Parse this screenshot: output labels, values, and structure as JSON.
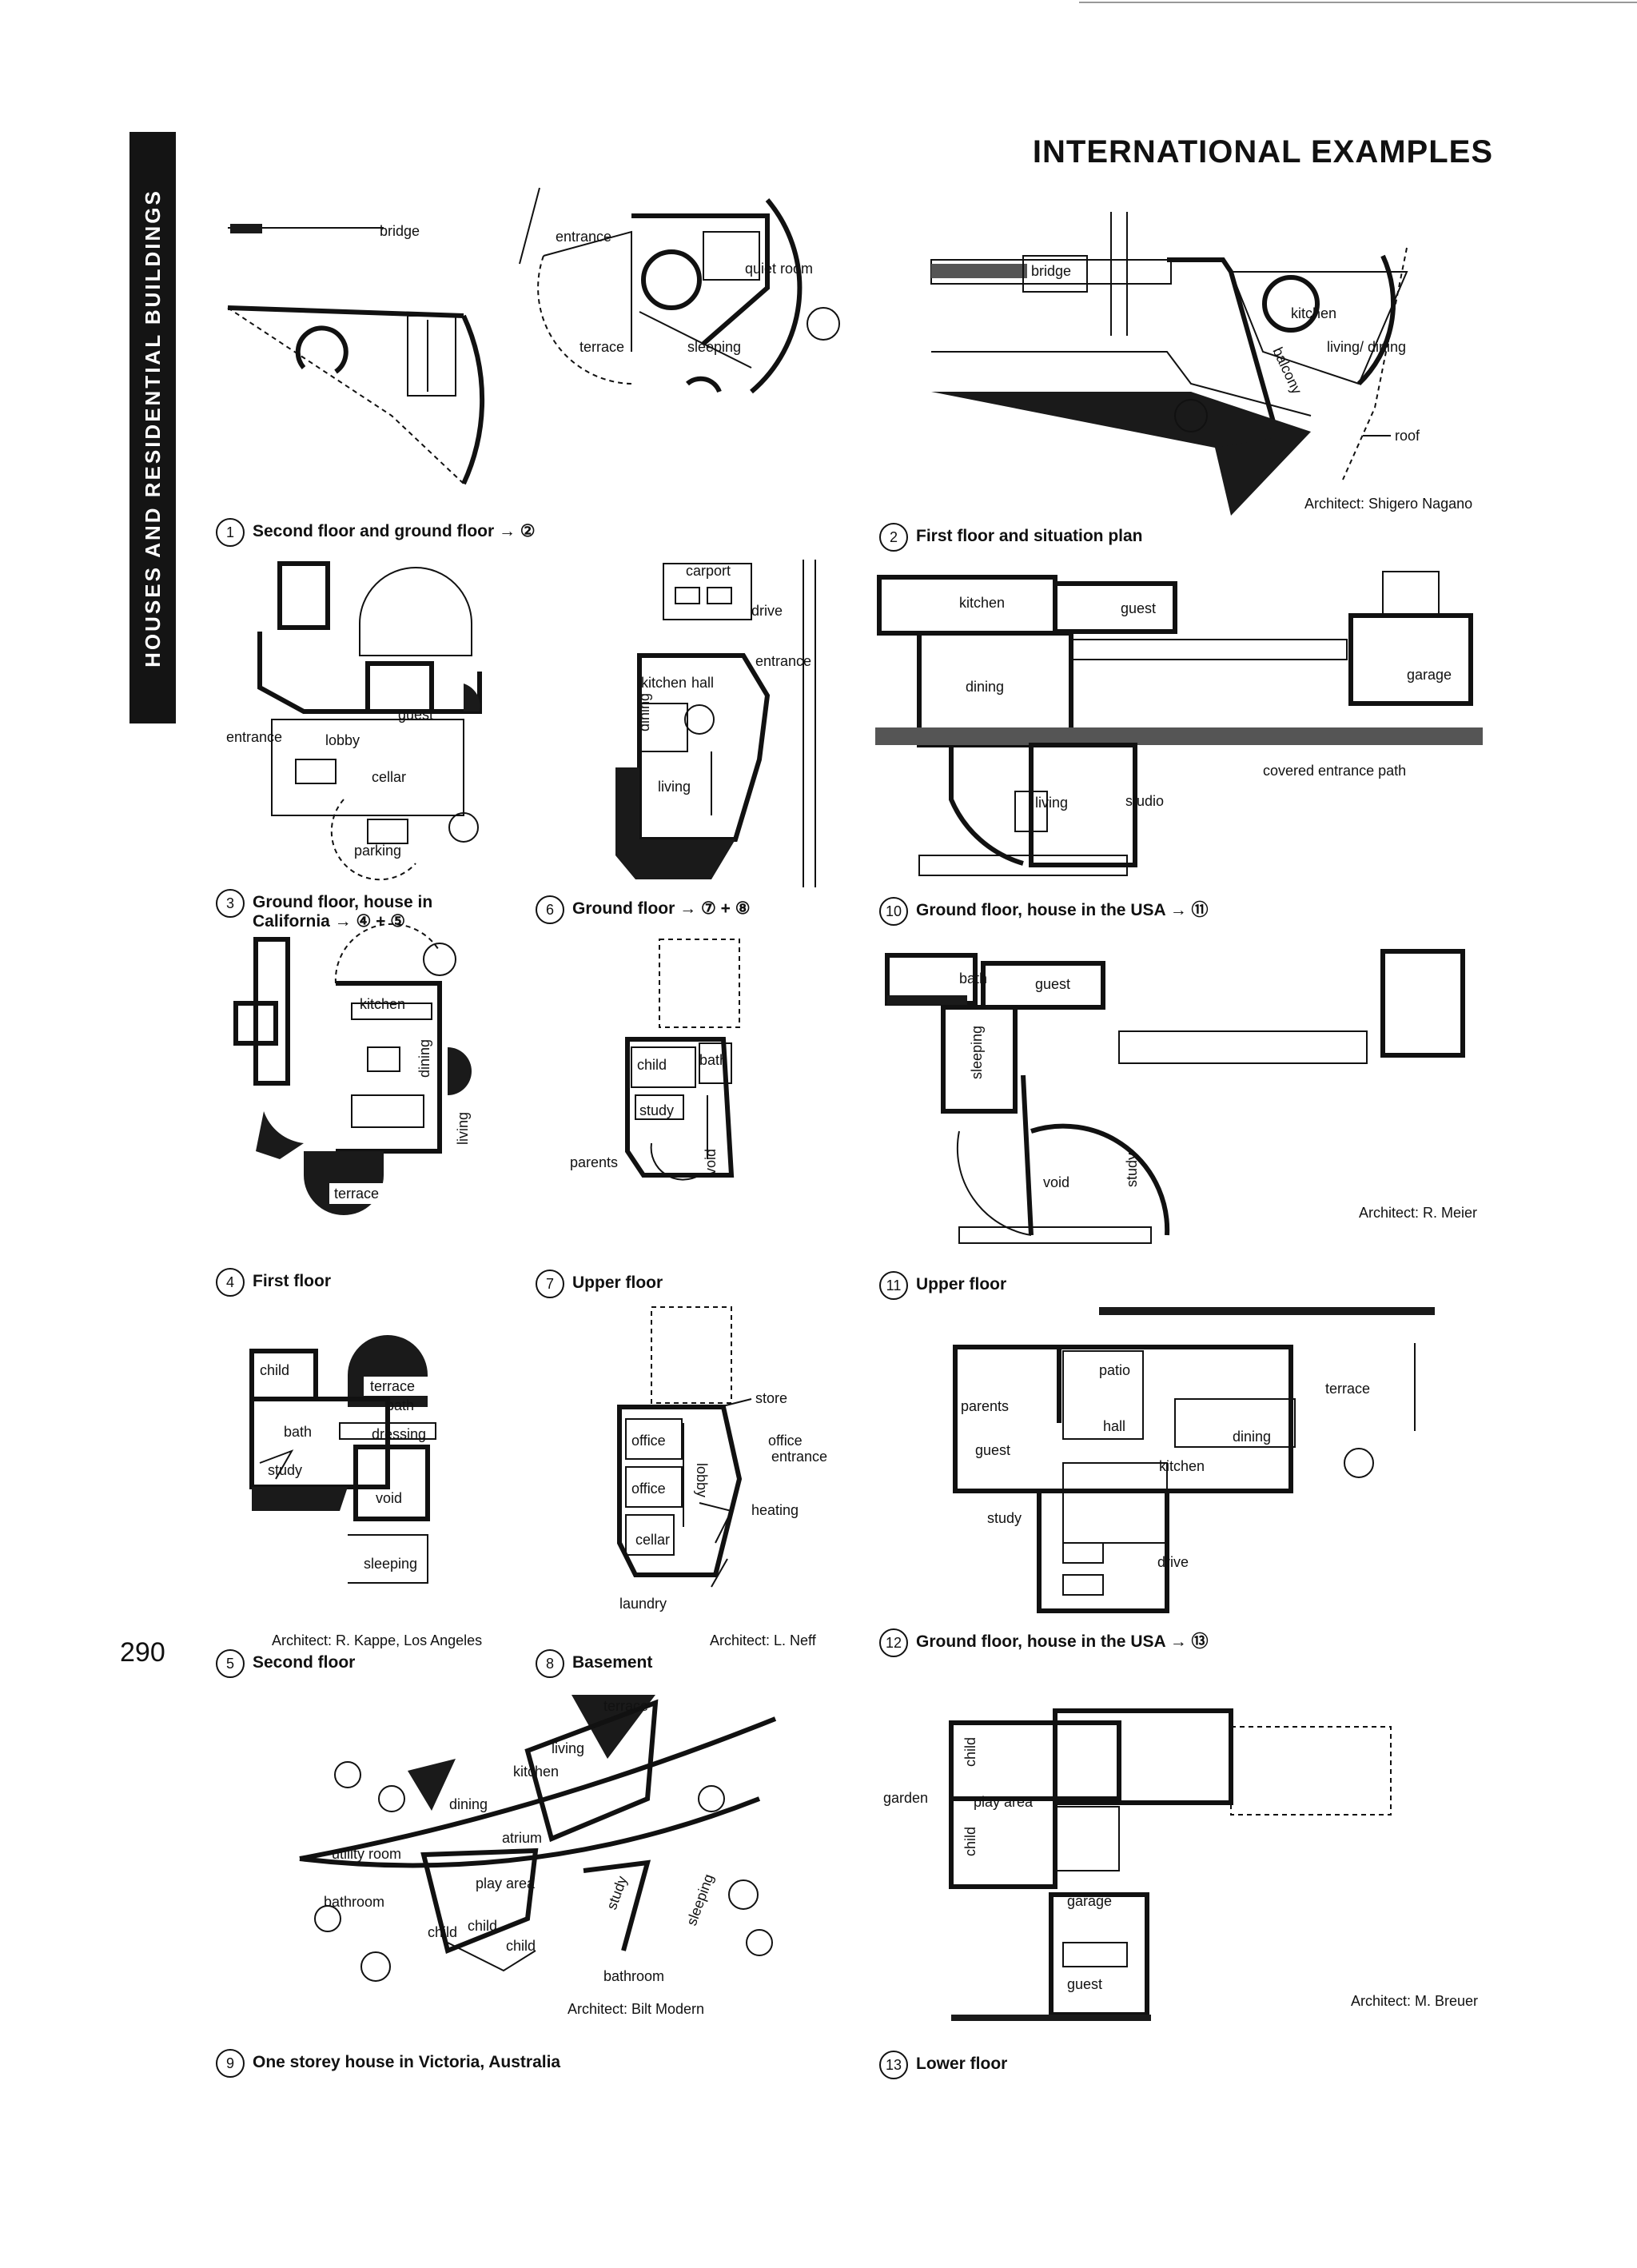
{
  "sidebar_text": "HOUSES AND RESIDENTIAL BUILDINGS",
  "header_title": "INTERNATIONAL EXAMPLES",
  "page_number": "290",
  "figures": [
    {
      "num": "1",
      "caption": "Second floor and ground floor → ②",
      "labels": [
        "bridge",
        "entrance",
        "quiet room",
        "terrace",
        "sleeping"
      ]
    },
    {
      "num": "2",
      "caption": "First floor and situation plan",
      "labels": [
        "bridge",
        "kitchen",
        "living/ dining",
        "balcony",
        "roof"
      ],
      "architect": "Architect: Shigero Nagano"
    },
    {
      "num": "3",
      "caption_line1": "Ground floor, house in",
      "caption_line2": "California → ④ + ⑤",
      "labels": [
        "guest",
        "entrance",
        "lobby",
        "cellar",
        "parking"
      ]
    },
    {
      "num": "6",
      "caption": "Ground floor → ⑦ + ⑧",
      "labels": [
        "carport",
        "drive",
        "entrance",
        "kitchen",
        "hall",
        "dining",
        "living"
      ]
    },
    {
      "num": "10",
      "caption": "Ground floor, house in the USA → ⑪",
      "labels": [
        "kitchen",
        "guest",
        "garage",
        "dining",
        "covered entrance path",
        "living",
        "studio"
      ]
    },
    {
      "num": "4",
      "caption": "First floor",
      "labels": [
        "kitchen",
        "dining",
        "living",
        "terrace"
      ]
    },
    {
      "num": "7",
      "caption": "Upper floor",
      "labels": [
        "child",
        "bath",
        "study",
        "parents",
        "void"
      ]
    },
    {
      "num": "11",
      "caption": "Upper floor",
      "labels": [
        "bath",
        "guest",
        "sleeping",
        "study",
        "void"
      ],
      "architect": "Architect: R. Meier"
    },
    {
      "num": "5",
      "caption": "Second floor",
      "labels": [
        "child",
        "terrace",
        "bath",
        "bath",
        "dressing",
        "study",
        "void",
        "sleeping"
      ],
      "architect": "Architect: R. Kappe, Los Angeles"
    },
    {
      "num": "8",
      "caption": "Basement",
      "labels": [
        "store",
        "office",
        "office",
        "entrance",
        "lobby",
        "heating",
        "cellar",
        "laundry"
      ],
      "architect": "Architect: L. Neff"
    },
    {
      "num": "12",
      "caption": "Ground floor, house in the USA → ⑬",
      "labels": [
        "patio",
        "terrace",
        "parents",
        "hall",
        "dining",
        "guest",
        "kitchen",
        "study",
        "drive"
      ]
    },
    {
      "num": "9",
      "caption": "One storey house in Victoria, Australia",
      "labels": [
        "terrace",
        "living",
        "kitchen",
        "dining",
        "atrium",
        "utility room",
        "play area",
        "bathroom",
        "child",
        "child",
        "child",
        "study",
        "sleeping",
        "bathroom"
      ],
      "architect": "Architect: Bilt Modern"
    },
    {
      "num": "13",
      "caption": "Lower floor",
      "labels": [
        "child",
        "garden",
        "play area",
        "child",
        "garage",
        "guest"
      ],
      "architect": "Architect: M. Breuer"
    }
  ]
}
